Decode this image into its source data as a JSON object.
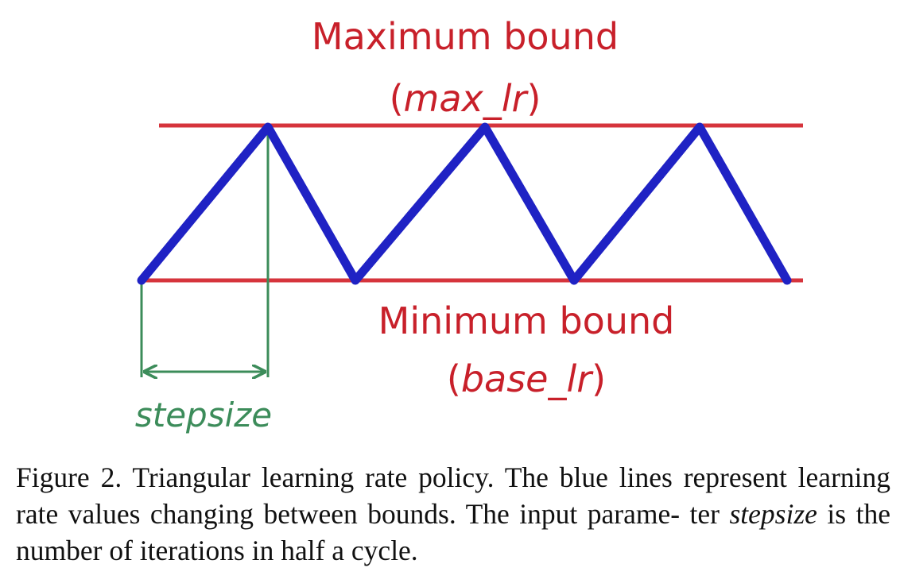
{
  "diagram": {
    "max_bound_title": "Maximum bound",
    "max_bound_param": "max_lr",
    "min_bound_title": "Minimum bound",
    "min_bound_param": "base_lr",
    "stepsize_label": "stepsize",
    "colors": {
      "bound_line": "#d6343c",
      "triangle": "#1f22c4",
      "stepsize": "#3c8c5a",
      "label_red": "#c8202a"
    }
  },
  "caption": {
    "part1": "Figure 2. Triangular learning rate policy. The blue lines represent learning rate values changing between bounds. The input parame- ter ",
    "param": "stepsize",
    "part2": " is the number of iterations in half a cycle."
  }
}
